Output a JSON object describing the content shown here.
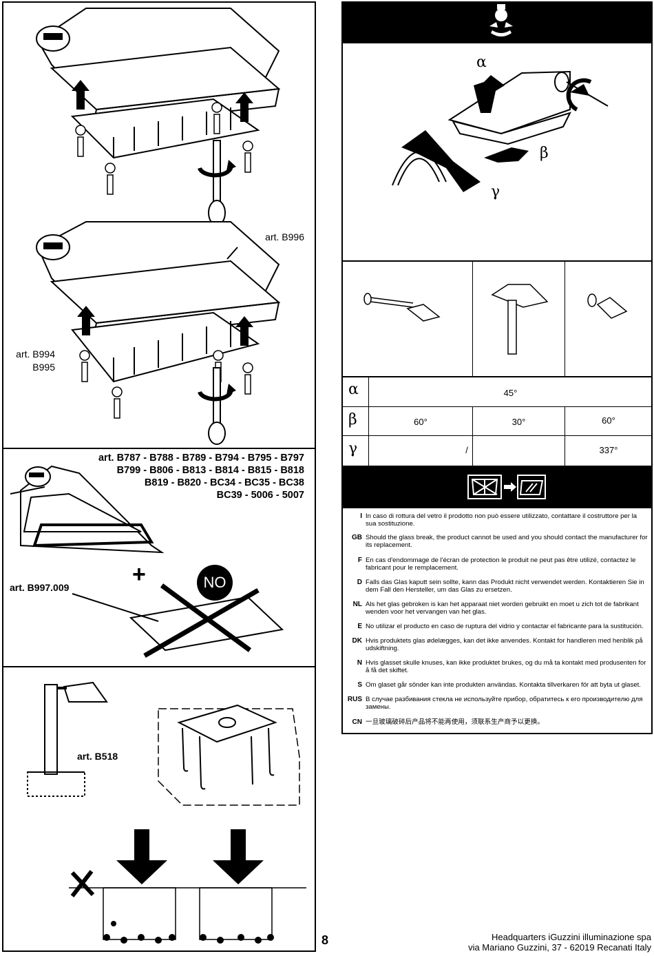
{
  "panels": {
    "top": {
      "label_b996": "art. B996",
      "label_b994": "art. B994",
      "label_b995": "B995"
    },
    "middle": {
      "articles_lines": [
        "art. B787 - B788 - B789 - B794 - B795 - B797",
        "B799 - B806 - B813 - B814 - B815 - B818",
        "B819 - B820 - BC34 - BC35 - BC38",
        "BC39 - 5006 - 5007"
      ],
      "label_b997": "art. B997.009",
      "plus_symbol": "+",
      "no_badge": "NO"
    },
    "bottom": {
      "label_b518": "art. B518"
    }
  },
  "right_panel": {
    "angle_labels": {
      "alpha": "α",
      "beta": "β",
      "gamma": "γ"
    },
    "angle_table": {
      "rows": [
        {
          "symbol": "α",
          "cells": [
            "45°"
          ]
        },
        {
          "symbol": "β",
          "cells": [
            "60°",
            "30°",
            "60°"
          ]
        },
        {
          "symbol": "γ",
          "cells": [
            "/",
            "337°"
          ]
        }
      ]
    },
    "warnings": [
      {
        "code": "I",
        "text": "In caso di rottura del vetro il prodotto non può essere utilizzato, contattare il costruttore per la sua sostituzione."
      },
      {
        "code": "GB",
        "text": "Should the glass break, the product cannot be used and you should contact the manufacturer for its replacement."
      },
      {
        "code": "F",
        "text": "En cas d'endommage de l'écran de protection le produit ne peut pas être utilizé, contactez le fabricant pour le remplacement."
      },
      {
        "code": "D",
        "text": "Falls das Glas kaputt sein sollte, kann das Produkt nicht verwendet werden. Kontaktieren Sie in dem Fall den Hersteller, um das Glas zu ersetzen."
      },
      {
        "code": "NL",
        "text": "Als het glas gebroken is kan het apparaat niet worden gebruikt en moet u zich tot de fabrikant wenden voor het vervangen van het glas."
      },
      {
        "code": "E",
        "text": "No utilizar el producto en caso de ruptura del vidrio y contactar el fabricante para la sustitución."
      },
      {
        "code": "DK",
        "text": "Hvis produktets glas ødelægges, kan det ikke anvendes. Kontakt for handleren med henblik på udskiftning."
      },
      {
        "code": "N",
        "text": "Hvis glasset skulle knuses, kan ikke produktet brukes, og du må ta kontakt med produsenten for å få det skiftet."
      },
      {
        "code": "S",
        "text": "Om glaset går sönder kan inte produkten användas. Kontakta tillverkaren för att byta ut glaset."
      },
      {
        "code": "RUS",
        "text": "В случае разбивания стекла не используйте прибор, обратитесь к его производителю для замены."
      },
      {
        "code": "CN",
        "text": "一旦玻璃破碎后产品将不能再使用，须联系生产商予以更换。"
      }
    ]
  },
  "footer": {
    "page_number": "8",
    "company_line1": "Headquarters iGuzzini illuminazione spa",
    "company_line2": "via Mariano Guzzini, 37 - 62019 Recanati Italy"
  },
  "colors": {
    "ink": "#000000",
    "paper": "#ffffff",
    "black_band": "#000000"
  }
}
